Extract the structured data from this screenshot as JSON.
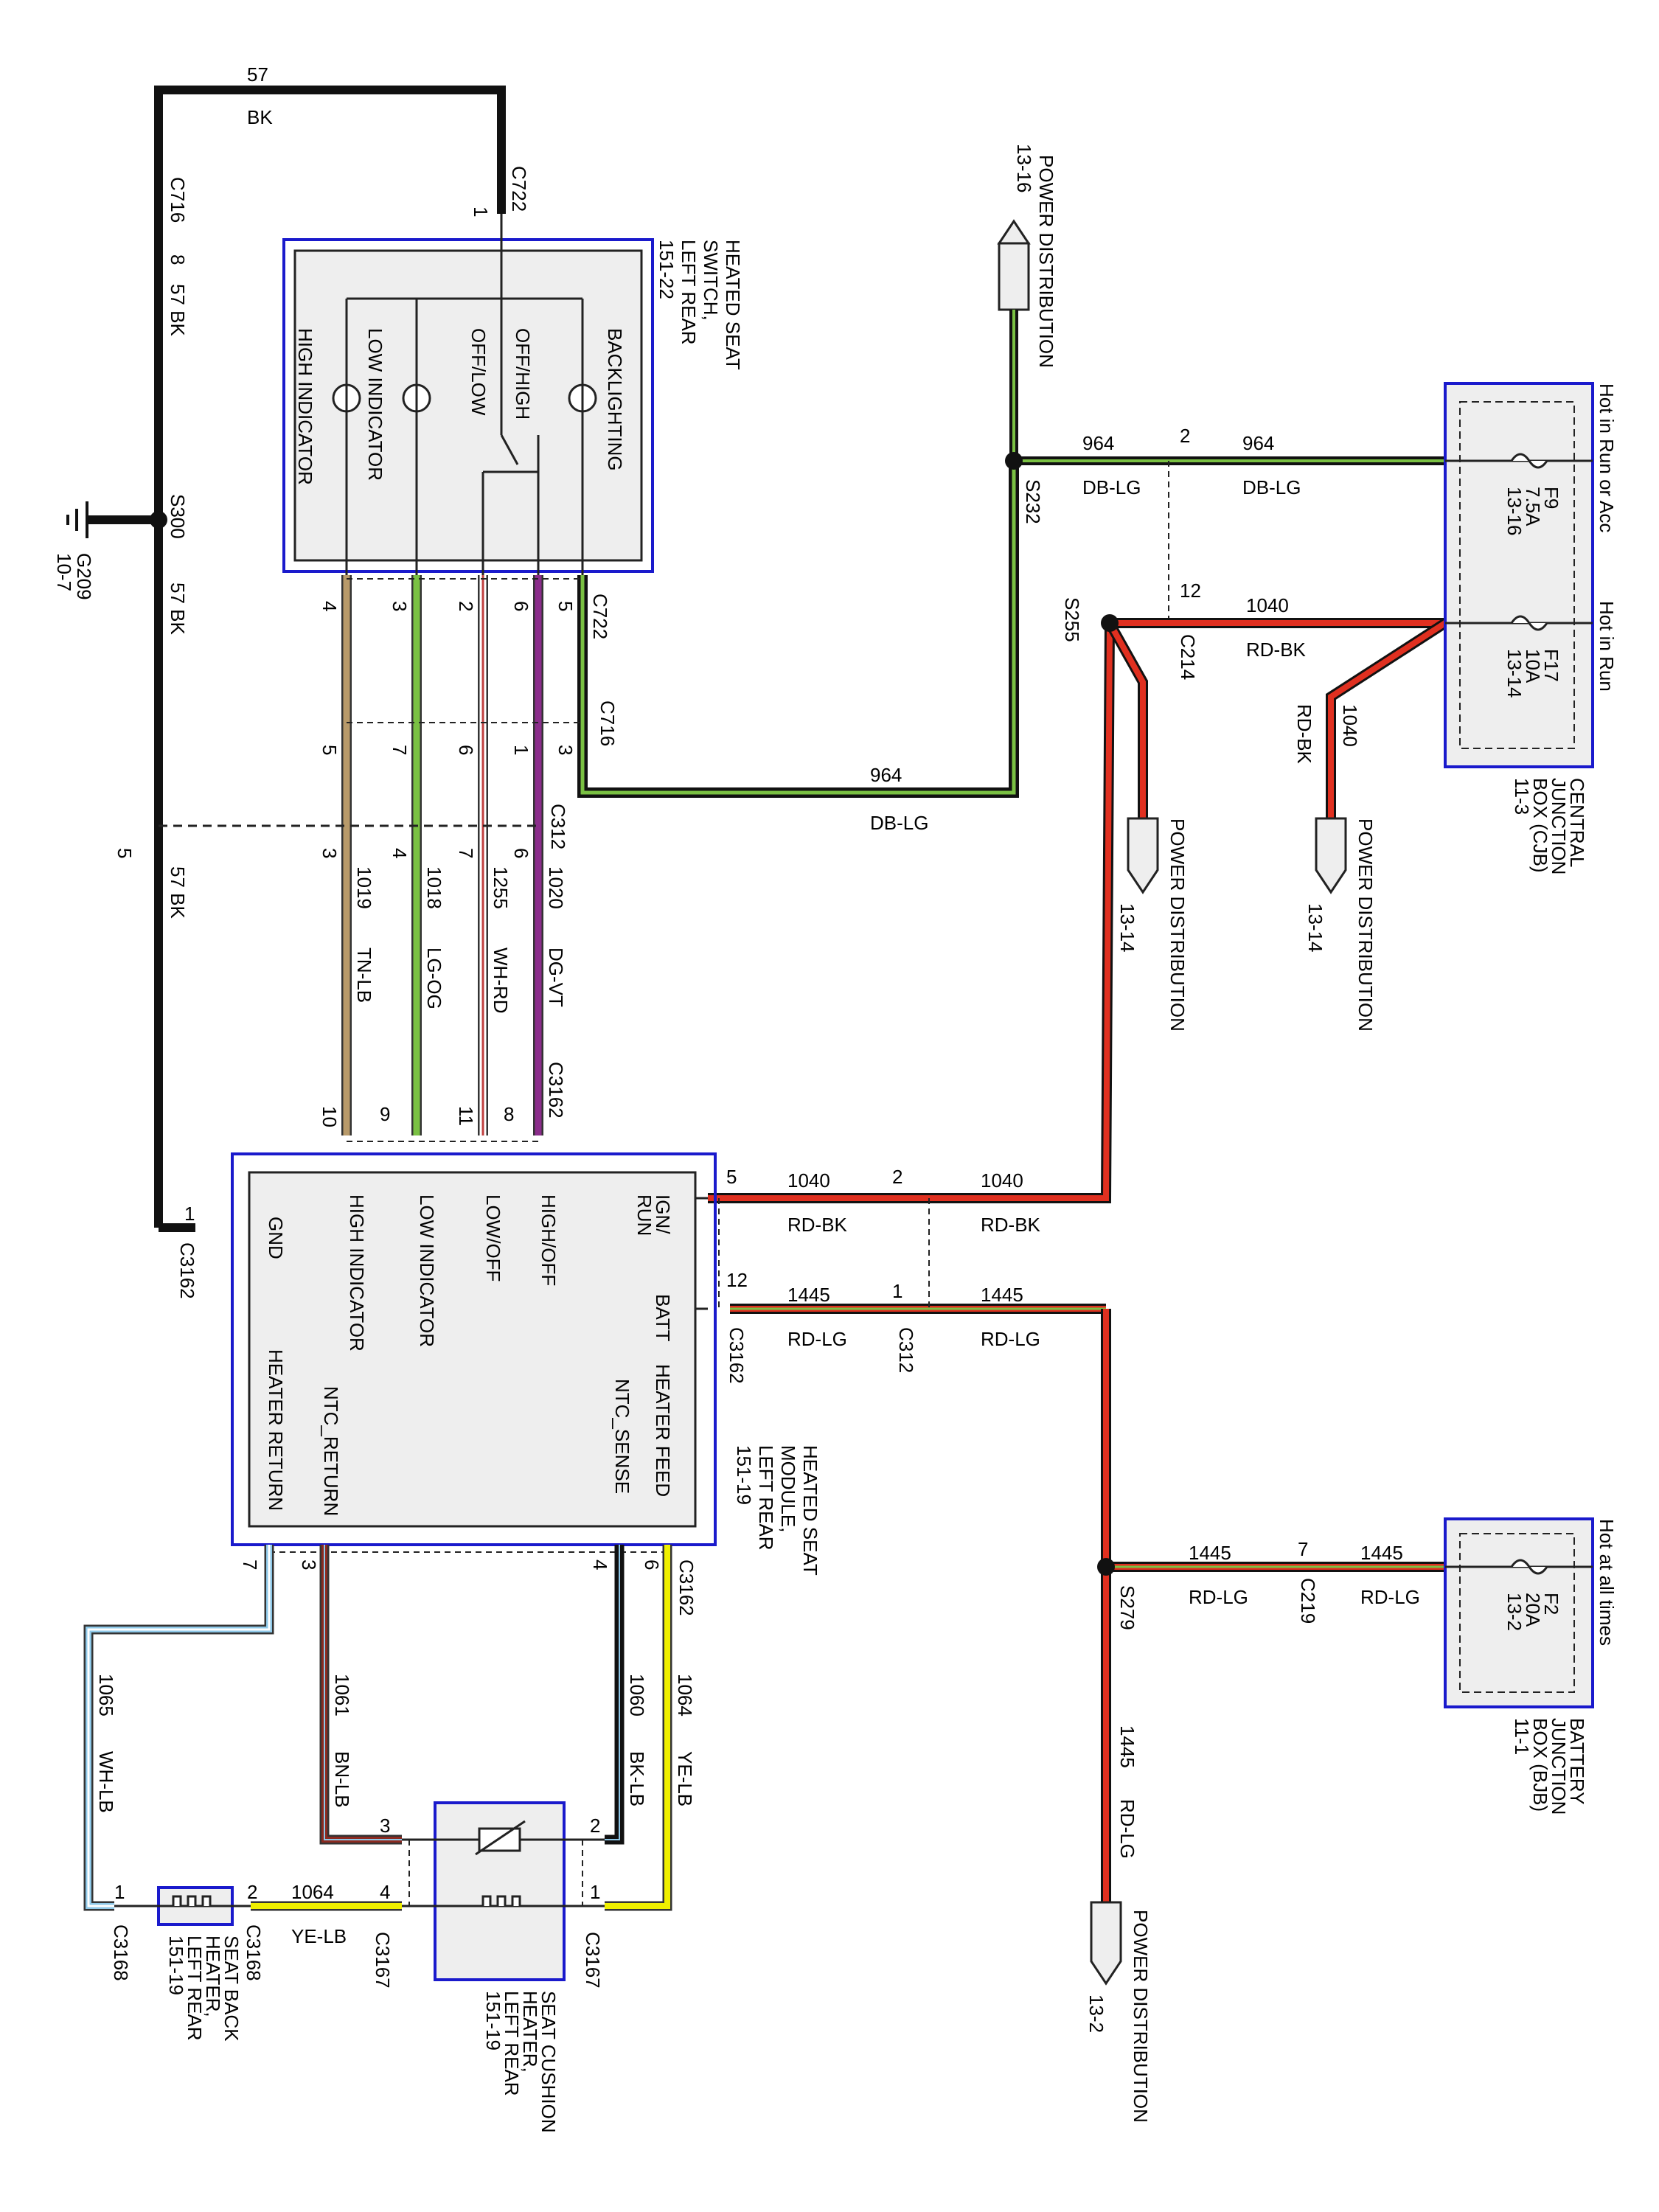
{
  "components": {
    "hs_switch": [
      "HEATED SEAT",
      "SWITCH,",
      "LEFT REAR",
      "151-22"
    ],
    "hs_switch_labels": [
      "BACKLIGHTING",
      "OFF/HIGH",
      "OFF/LOW",
      "LOW INDICATOR",
      "HIGH INDICATOR"
    ],
    "hs_module": [
      "HEATED SEAT",
      "MODULE,",
      "LEFT REAR",
      "151-19"
    ],
    "hs_module_labels": [
      "IGN/",
      "RUN",
      "BATT",
      "HEATER FEED",
      "NTC_SENSE",
      "HIGH/OFF",
      "LOW/OFF",
      "LOW INDICATOR",
      "HIGH INDICATOR",
      "NTC_RETURN",
      "GND",
      "HEATER RETURN"
    ],
    "cjb": [
      "CENTRAL",
      "JUNCTION",
      "BOX (CJB)",
      "11-3"
    ],
    "cjb_hot1": "Hot in Run or Acc",
    "cjb_hot2": "Hot in Run",
    "fuse_f9": [
      "F9",
      "7.5A",
      "13-16"
    ],
    "fuse_f17": [
      "F17",
      "10A",
      "13-14"
    ],
    "bjb": [
      "BATTERY",
      "JUNCTION",
      "BOX (BJB)",
      "11-1"
    ],
    "bjb_hot": "Hot at all times",
    "fuse_f2": [
      "F2",
      "20A",
      "13-2"
    ],
    "cushion": [
      "SEAT CUSHION",
      "HEATER,",
      "LEFT REAR",
      "151-19"
    ],
    "back": [
      "SEAT BACK",
      "HEATER,",
      "LEFT REAR",
      "151-19"
    ],
    "pd_top": [
      "POWER DISTRIBUTION",
      "13-16"
    ],
    "pd_a": [
      "POWER DISTRIBUTION",
      "13-14"
    ],
    "pd_b": [
      "POWER DISTRIBUTION",
      "13-14"
    ],
    "pd_bottom": [
      "POWER DISTRIBUTION",
      "13-2"
    ]
  },
  "connectors": {
    "c716": "C716",
    "c722": "C722",
    "c312": "C312",
    "c3162": "C3162",
    "c214": "C214",
    "c219": "C219",
    "c3167": "C3167",
    "c3168": "C3168",
    "s300": "S300",
    "s232": "S232",
    "s255": "S255",
    "s279": "S279",
    "g209": [
      "G209",
      "10-7"
    ]
  },
  "wires": {
    "w57": "57",
    "bk": "BK",
    "w57bk": "57 BK",
    "w964": "964",
    "dblg": "DB-LG",
    "w1040": "1040",
    "rdbk": "RD-BK",
    "w1445": "1445",
    "rdlg": "RD-LG",
    "w1019": "1019",
    "tnlb": "TN-LB",
    "w1018": "1018",
    "lgog": "LG-OG",
    "w1255": "1255",
    "whrd": "WH-RD",
    "w1020": "1020",
    "dgvt": "DG-VT",
    "w1061": "1061",
    "bnlb": "BN-LB",
    "w1060": "1060",
    "bklb": "BK-LB",
    "w1064": "1064",
    "yelb": "YE-LB",
    "w1065": "1065",
    "whlb": "WH-LB"
  },
  "pins": {
    "p1": "1",
    "p2": "2",
    "p3": "3",
    "p4": "4",
    "p5": "5",
    "p6": "6",
    "p7": "7",
    "p8": "8",
    "p9": "9",
    "p10": "10",
    "p11": "11",
    "p12": "12"
  },
  "colors": {
    "bk": "#111111",
    "dblg": "#7ac143",
    "rd": "#e03020",
    "tn": "#b89a6a",
    "lg": "#7ac143",
    "wh": "#ffffff",
    "vt": "#8b2d8b",
    "bn": "#8b2a20",
    "ye": "#f0f000",
    "lb": "#8ec8e8",
    "box_fill": "#eeeeee",
    "box_border": "#1a1acc"
  }
}
